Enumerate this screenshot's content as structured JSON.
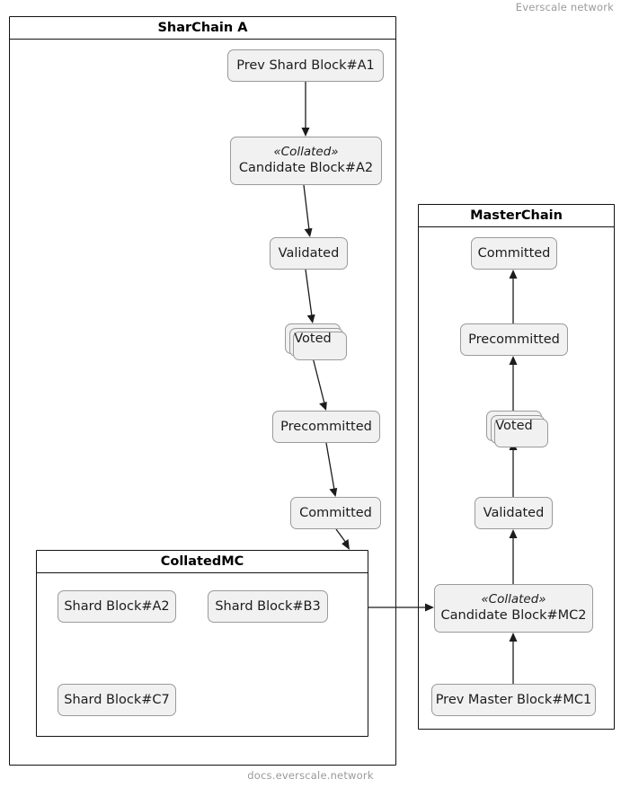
{
  "watermarks": {
    "top_right": "Everscale network",
    "bottom_center": "docs.everscale.network"
  },
  "packages": [
    {
      "id": "sharchain-a",
      "title": "SharChain A"
    },
    {
      "id": "collatedmc",
      "title": "CollatedMC"
    },
    {
      "id": "masterchain",
      "title": "MasterChain"
    }
  ],
  "shardchain": {
    "title": "SharChain A",
    "nodes": {
      "prev_shard_block": {
        "label": "Prev Shard Block#A1"
      },
      "candidate_block": {
        "stereotype": "«Collated»",
        "label": "Candidate Block#A2"
      },
      "validated": {
        "label": "Validated"
      },
      "voted": {
        "label": "Voted"
      },
      "precommitted": {
        "label": "Precommitted"
      },
      "committed": {
        "label": "Committed"
      }
    }
  },
  "collatedmc": {
    "title": "CollatedMC",
    "nodes": {
      "shard_block_a2": {
        "label": "Shard Block#A2"
      },
      "shard_block_b3": {
        "label": "Shard Block#B3"
      },
      "shard_block_c7": {
        "label": "Shard Block#C7"
      }
    }
  },
  "masterchain": {
    "title": "MasterChain",
    "nodes": {
      "committed": {
        "label": "Committed"
      },
      "precommitted": {
        "label": "Precommitted"
      },
      "voted": {
        "label": "Voted"
      },
      "validated": {
        "label": "Validated"
      },
      "candidate_block": {
        "stereotype": "«Collated»",
        "label": "Candidate Block#MC2"
      },
      "prev_master_block": {
        "label": "Prev Master Block#MC1"
      }
    }
  },
  "colors": {
    "node_fill": "#f1f1f1",
    "node_border": "#9a9a9a",
    "frame_border": "#121212",
    "arrow": "#1c1c1c",
    "watermark": "#9a9a9a",
    "background": "#ffffff"
  }
}
